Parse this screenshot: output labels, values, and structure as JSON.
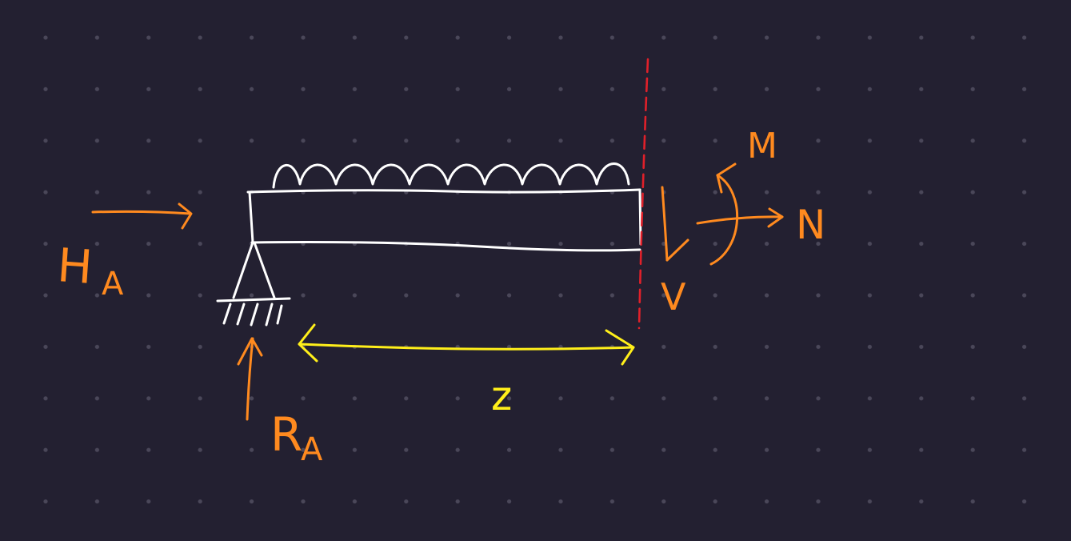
{
  "colors": {
    "background": "#232031",
    "grid_dot": "#4a4759",
    "beam": "#ffffff",
    "force": "#ff8a1f",
    "dimension": "#ffef1a",
    "cut_line": "#e0202a"
  },
  "labels": {
    "horizontal_reaction": "H",
    "horizontal_reaction_sub": "A",
    "vertical_reaction": "R",
    "vertical_reaction_sub": "A",
    "moment": "M",
    "normal_force": "N",
    "shear_force": "V",
    "length": "z"
  },
  "icons": {
    "support": "pinned-support-icon",
    "load": "distributed-load-icon"
  }
}
